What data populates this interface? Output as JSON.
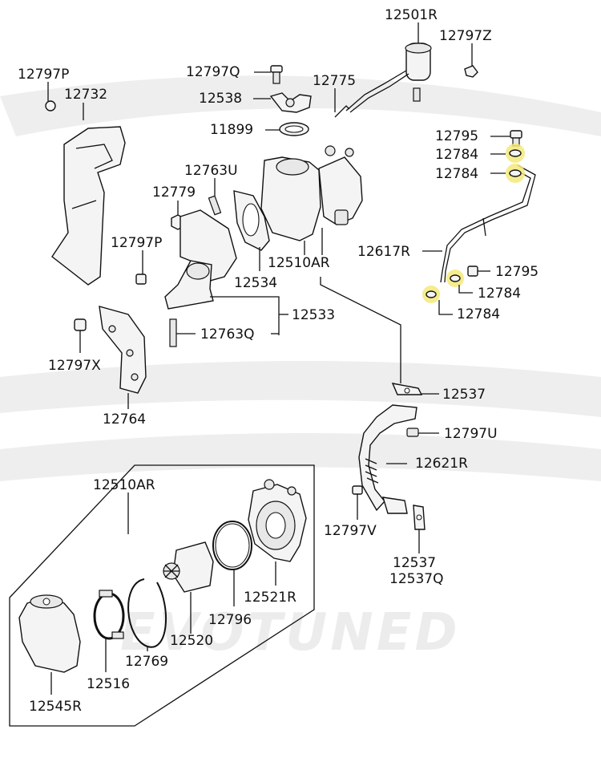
{
  "labels": {
    "p12501R": "12501R",
    "p12797Z": "12797Z",
    "p12797P_top": "12797P",
    "p12732": "12732",
    "p12797Q": "12797Q",
    "p12775": "12775",
    "p12538": "12538",
    "p11899": "11899",
    "p12795_top": "12795",
    "p12784_a": "12784",
    "p12784_b": "12784",
    "p12763U": "12763U",
    "p12779": "12779",
    "p12797P_mid": "12797P",
    "p12617R": "12617R",
    "p12510AR_main": "12510AR",
    "p12534": "12534",
    "p12795_mid": "12795",
    "p12784_c": "12784",
    "p12784_d": "12784",
    "p12533": "12533",
    "p12763Q": "12763Q",
    "p12797X": "12797X",
    "p12764": "12764",
    "p12537_a": "12537",
    "p12797U": "12797U",
    "p12621R": "12621R",
    "p12510AR_box": "12510AR",
    "p12797V": "12797V",
    "p12537_b": "12537",
    "p12537Q": "12537Q",
    "p12521R": "12521R",
    "p12796": "12796",
    "p12520": "12520",
    "p12769": "12769",
    "p12516": "12516",
    "p12545R": "12545R"
  },
  "watermark": "EVOTUNED",
  "colors": {
    "highlight": "#f3e979",
    "line": "#111111",
    "watermark": "#eeeeee"
  }
}
